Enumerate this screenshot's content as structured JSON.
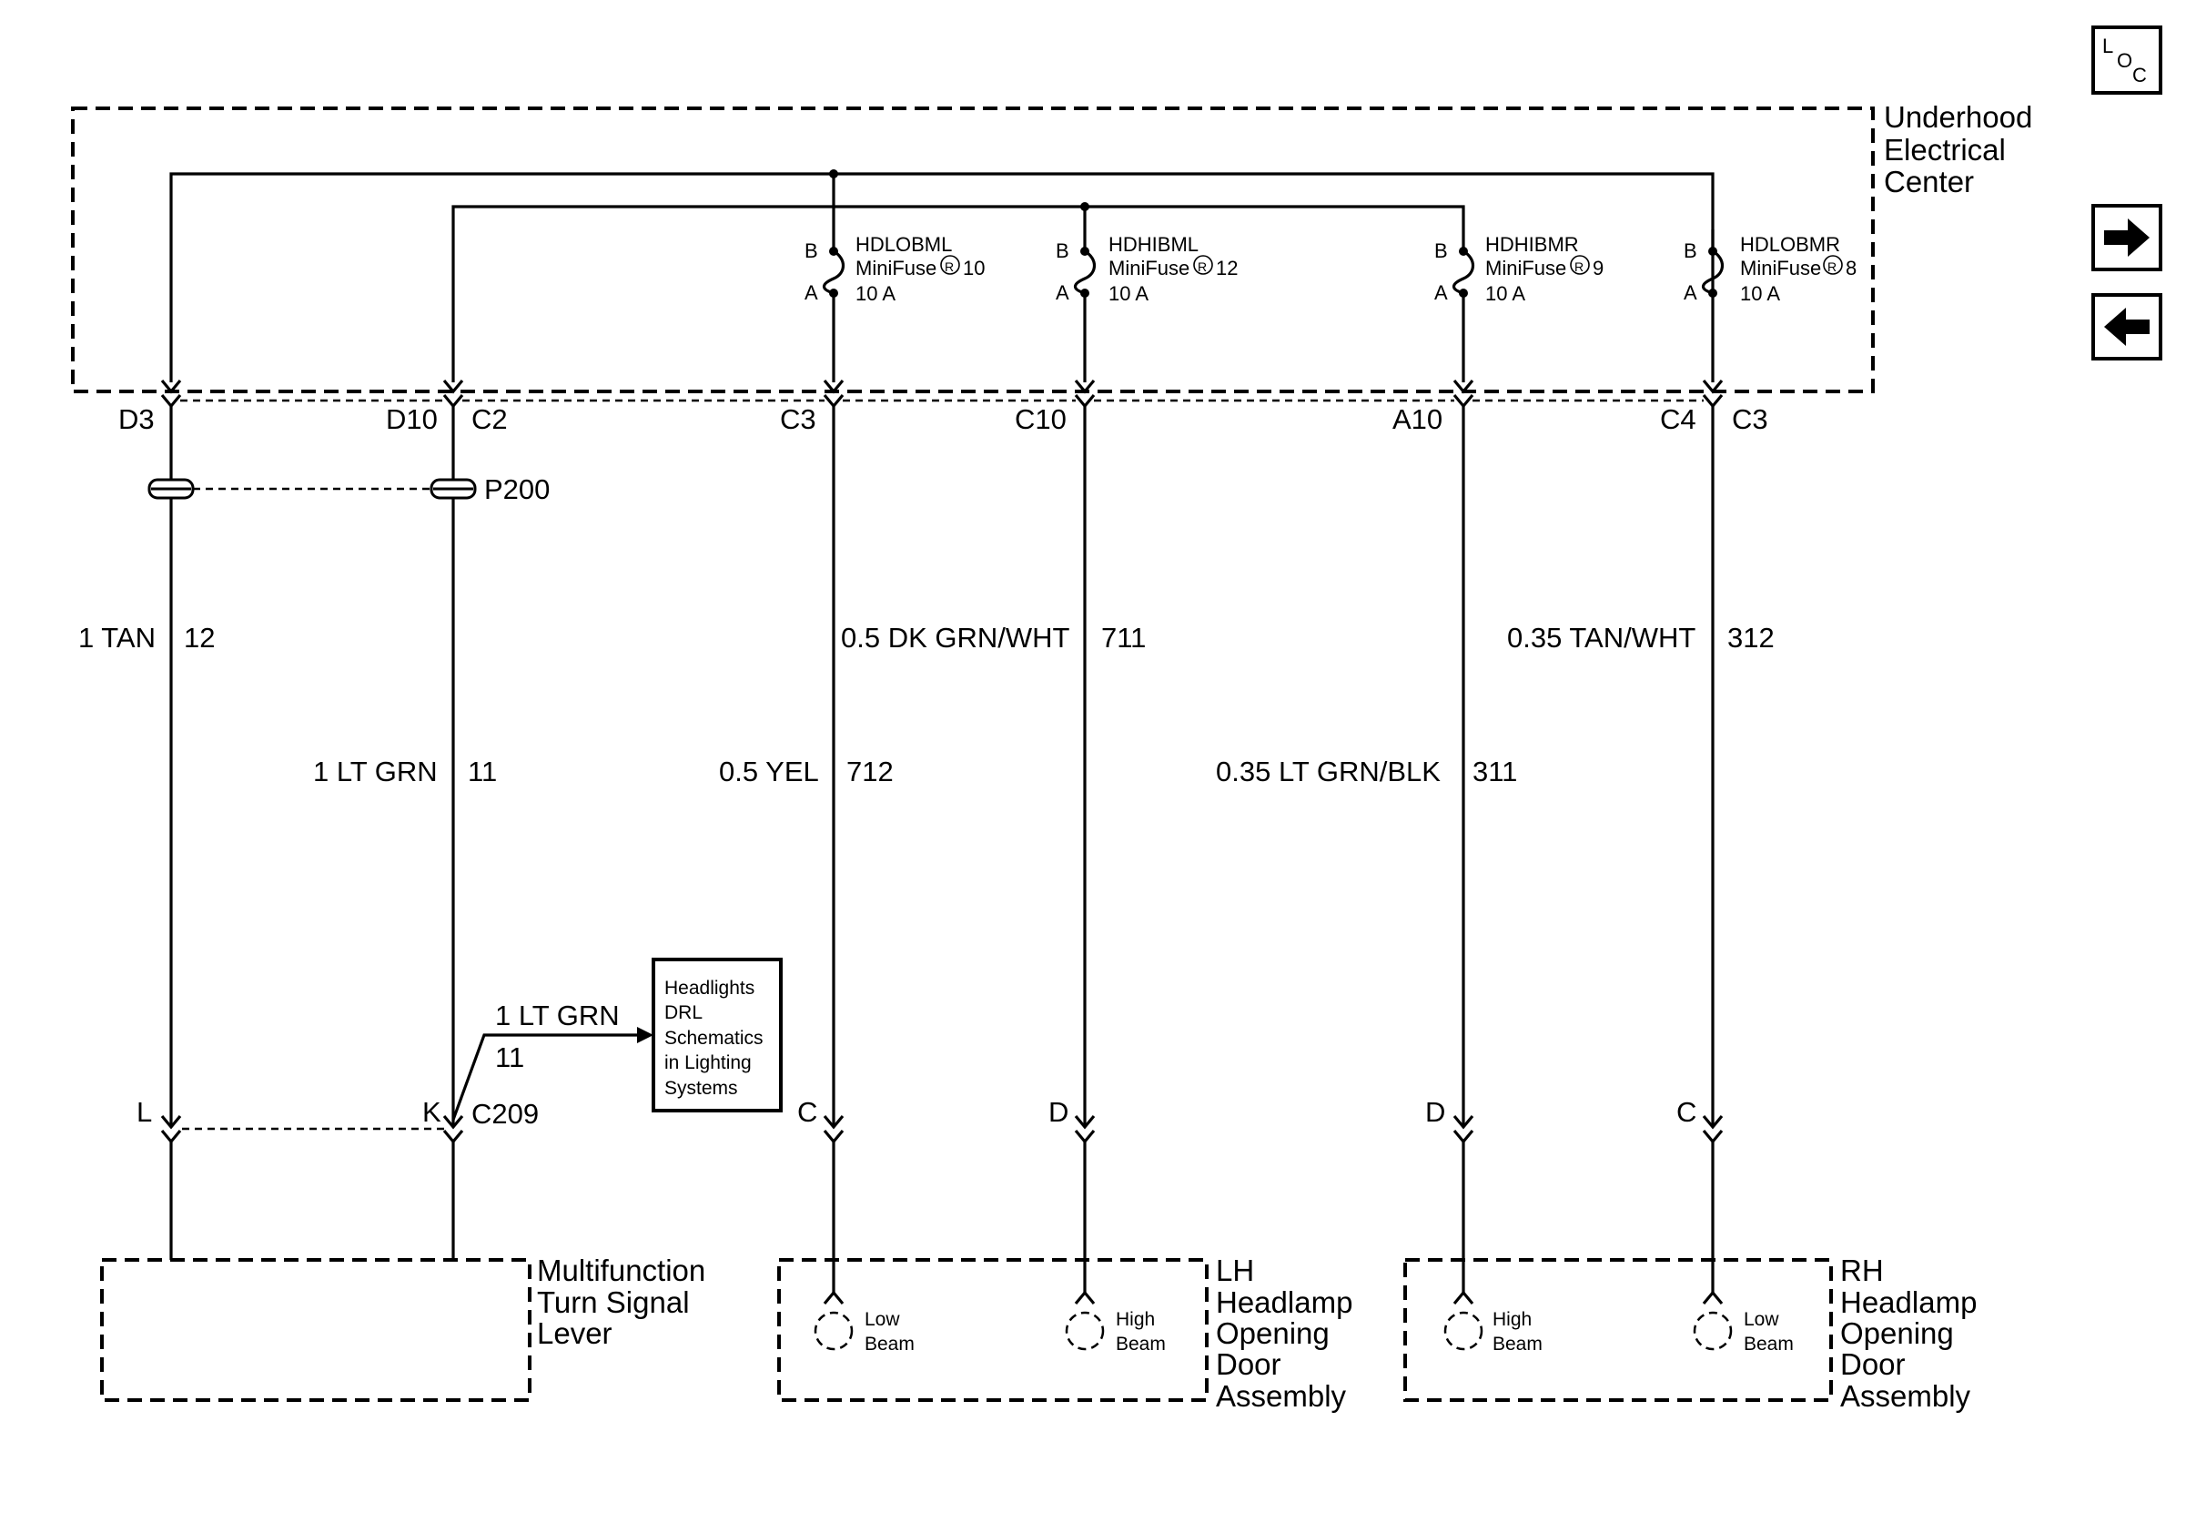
{
  "nav": {
    "loc_letters": [
      "L",
      "O",
      "C"
    ],
    "next_icon": "arrow-right-icon",
    "prev_icon": "arrow-left-icon"
  },
  "underhood": {
    "title_lines": [
      "Underhood",
      "Electrical",
      "Center"
    ]
  },
  "fuses": [
    {
      "name": "HDLOBML",
      "type": "MiniFuse",
      "number": "10",
      "rating": "10 A",
      "pin_b": "B",
      "pin_a": "A"
    },
    {
      "name": "HDHIBML",
      "type": "MiniFuse",
      "number": "12",
      "rating": "10 A",
      "pin_b": "B",
      "pin_a": "A"
    },
    {
      "name": "HDHIBMR",
      "type": "MiniFuse",
      "number": "9",
      "rating": "10 A",
      "pin_b": "B",
      "pin_a": "A"
    },
    {
      "name": "HDLOBMR",
      "type": "MiniFuse",
      "number": "8",
      "rating": "10 A",
      "pin_b": "B",
      "pin_a": "A"
    }
  ],
  "registered_mark": "R",
  "connectors": {
    "top_pins": [
      "D3",
      "D10",
      "C2",
      "C3",
      "C10",
      "A10",
      "C4",
      "C3"
    ],
    "inline": "P200",
    "bottom_pins": [
      "L",
      "K",
      "C",
      "D",
      "D",
      "C"
    ],
    "c209": "C209"
  },
  "wires": [
    {
      "label": "1 TAN",
      "circuit": "12"
    },
    {
      "label": "1 LT GRN",
      "circuit": "11"
    },
    {
      "label": "0.5 YEL",
      "circuit": "712"
    },
    {
      "label": "0.5 DK GRN/WHT",
      "circuit": "711"
    },
    {
      "label": "0.35 LT GRN/BLK",
      "circuit": "311"
    },
    {
      "label": "0.35 TAN/WHT",
      "circuit": "312"
    }
  ],
  "branch": {
    "label": "1 LT GRN",
    "circuit": "11"
  },
  "reference_box": {
    "lines": [
      "Headlights",
      "DRL",
      "Schematics",
      "in Lighting",
      "Systems"
    ]
  },
  "components": {
    "multifunction": [
      "Multifunction",
      "Turn Signal",
      "Lever"
    ],
    "lh": [
      "LH",
      "Headlamp",
      "Opening",
      "Door",
      "Assembly"
    ],
    "rh": [
      "RH",
      "Headlamp",
      "Opening",
      "Door",
      "Assembly"
    ]
  },
  "lamps": [
    {
      "line1": "Low",
      "line2": "Beam"
    },
    {
      "line1": "High",
      "line2": "Beam"
    },
    {
      "line1": "High",
      "line2": "Beam"
    },
    {
      "line1": "Low",
      "line2": "Beam"
    }
  ]
}
